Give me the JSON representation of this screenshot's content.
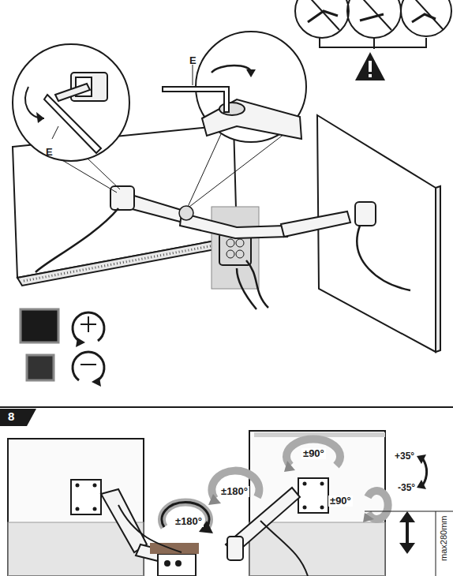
{
  "diagram": {
    "labels": [
      "E",
      "E",
      "8",
      "±90°",
      "+35°",
      "±180°",
      "-35°",
      "±90°",
      "±180°",
      "max280mm"
    ]
  }
}
